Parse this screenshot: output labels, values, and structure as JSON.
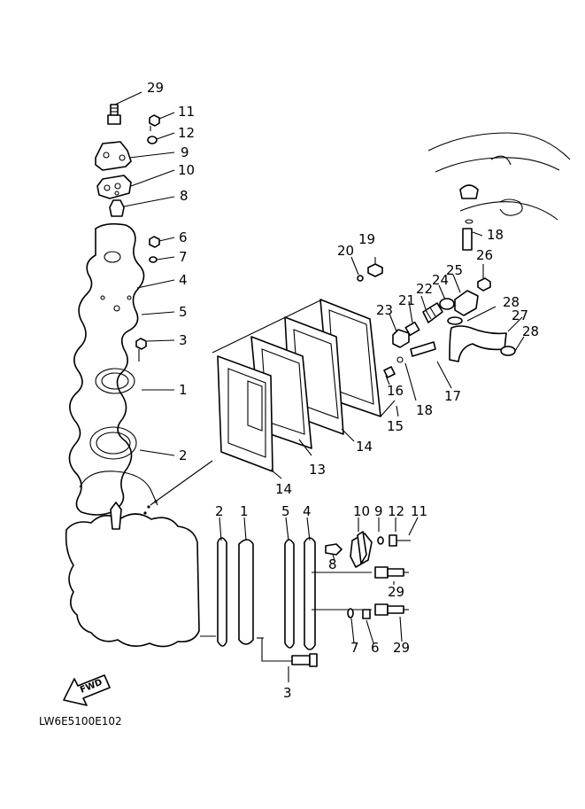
{
  "diagram": {
    "code": "LW6E5100E102",
    "fwd_label": "FWD",
    "callouts": [
      "29",
      "11",
      "12",
      "9",
      "10",
      "8",
      "6",
      "7",
      "4",
      "5",
      "3",
      "1",
      "2",
      "19",
      "20",
      "18",
      "26",
      "25",
      "24",
      "22",
      "21",
      "23",
      "28",
      "27",
      "28",
      "16",
      "18",
      "17",
      "15",
      "14",
      "13",
      "14",
      "2",
      "1",
      "5",
      "4",
      "10",
      "9",
      "12",
      "11",
      "8",
      "29",
      "7",
      "6",
      "29",
      "3"
    ]
  }
}
